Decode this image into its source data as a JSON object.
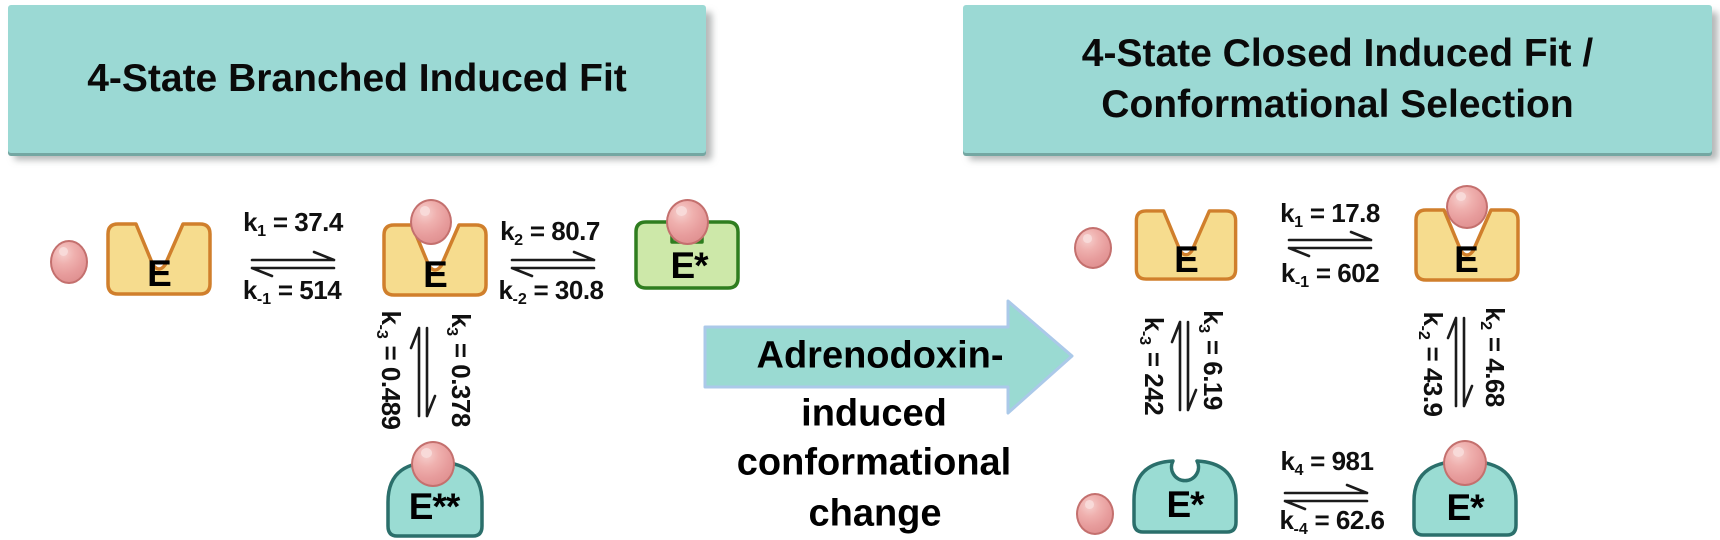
{
  "figure": {
    "left_title": "4-State Branched Induced Fit",
    "right_title_line1": "4-State Closed Induced Fit /",
    "right_title_line2": "Conformational Selection",
    "transition_label": [
      "Adrenodoxin-",
      "induced",
      "conformational",
      "change"
    ]
  },
  "left": {
    "state_E_free": "E",
    "state_E_encounter": "E",
    "state_E_star": "E*",
    "state_E_double_star": "E**",
    "k1": {
      "base": "k",
      "sub": "1",
      "rest": " = 37.4"
    },
    "km1": {
      "base": "k",
      "sub": "-1",
      "rest": " = 514"
    },
    "k2": {
      "base": "k",
      "sub": "2",
      "rest": " = 80.7"
    },
    "km2": {
      "base": "k",
      "sub": "-2",
      "rest": " = 30.8"
    },
    "k3": {
      "base": "k",
      "sub": "3",
      "rest": " = 0.378"
    },
    "km3": {
      "base": "k",
      "sub": "-3",
      "rest": " = 0.489"
    }
  },
  "right": {
    "state_E_open": "E",
    "state_E_closed": "E",
    "state_E_star_free": "E*",
    "state_E_star_bound": "E*",
    "k1": {
      "base": "k",
      "sub": "1",
      "rest": " = 17.8"
    },
    "km1": {
      "base": "k",
      "sub": "-1",
      "rest": " = 602"
    },
    "k2": {
      "base": "k",
      "sub": "2",
      "rest": " = 4.68"
    },
    "km2": {
      "base": "k",
      "sub": "-2",
      "rest": " = 43.9"
    },
    "k3": {
      "base": "k",
      "sub": "3",
      "rest": " = 6.19"
    },
    "km3": {
      "base": "k",
      "sub": "-3",
      "rest": " = 242"
    },
    "k4": {
      "base": "k",
      "sub": "4",
      "rest": " = 981"
    },
    "km4": {
      "base": "k",
      "sub": "-4",
      "rest": " = 62.6"
    }
  },
  "colors": {
    "panel_teal": "#9bd9d4",
    "enzyme_yellow_fill": "#f6dc8e",
    "enzyme_yellow_stroke": "#d07f2c",
    "enzyme_green_fill": "#cde8a9",
    "enzyme_green_stroke": "#2f7d1f",
    "enzyme_teal_fill": "#9adcd3",
    "enzyme_teal_stroke": "#2b6f6b",
    "ligand_pink": "#e89c9c",
    "big_arrow_fill": "#9adad2",
    "big_arrow_stroke": "#abc9e9"
  }
}
